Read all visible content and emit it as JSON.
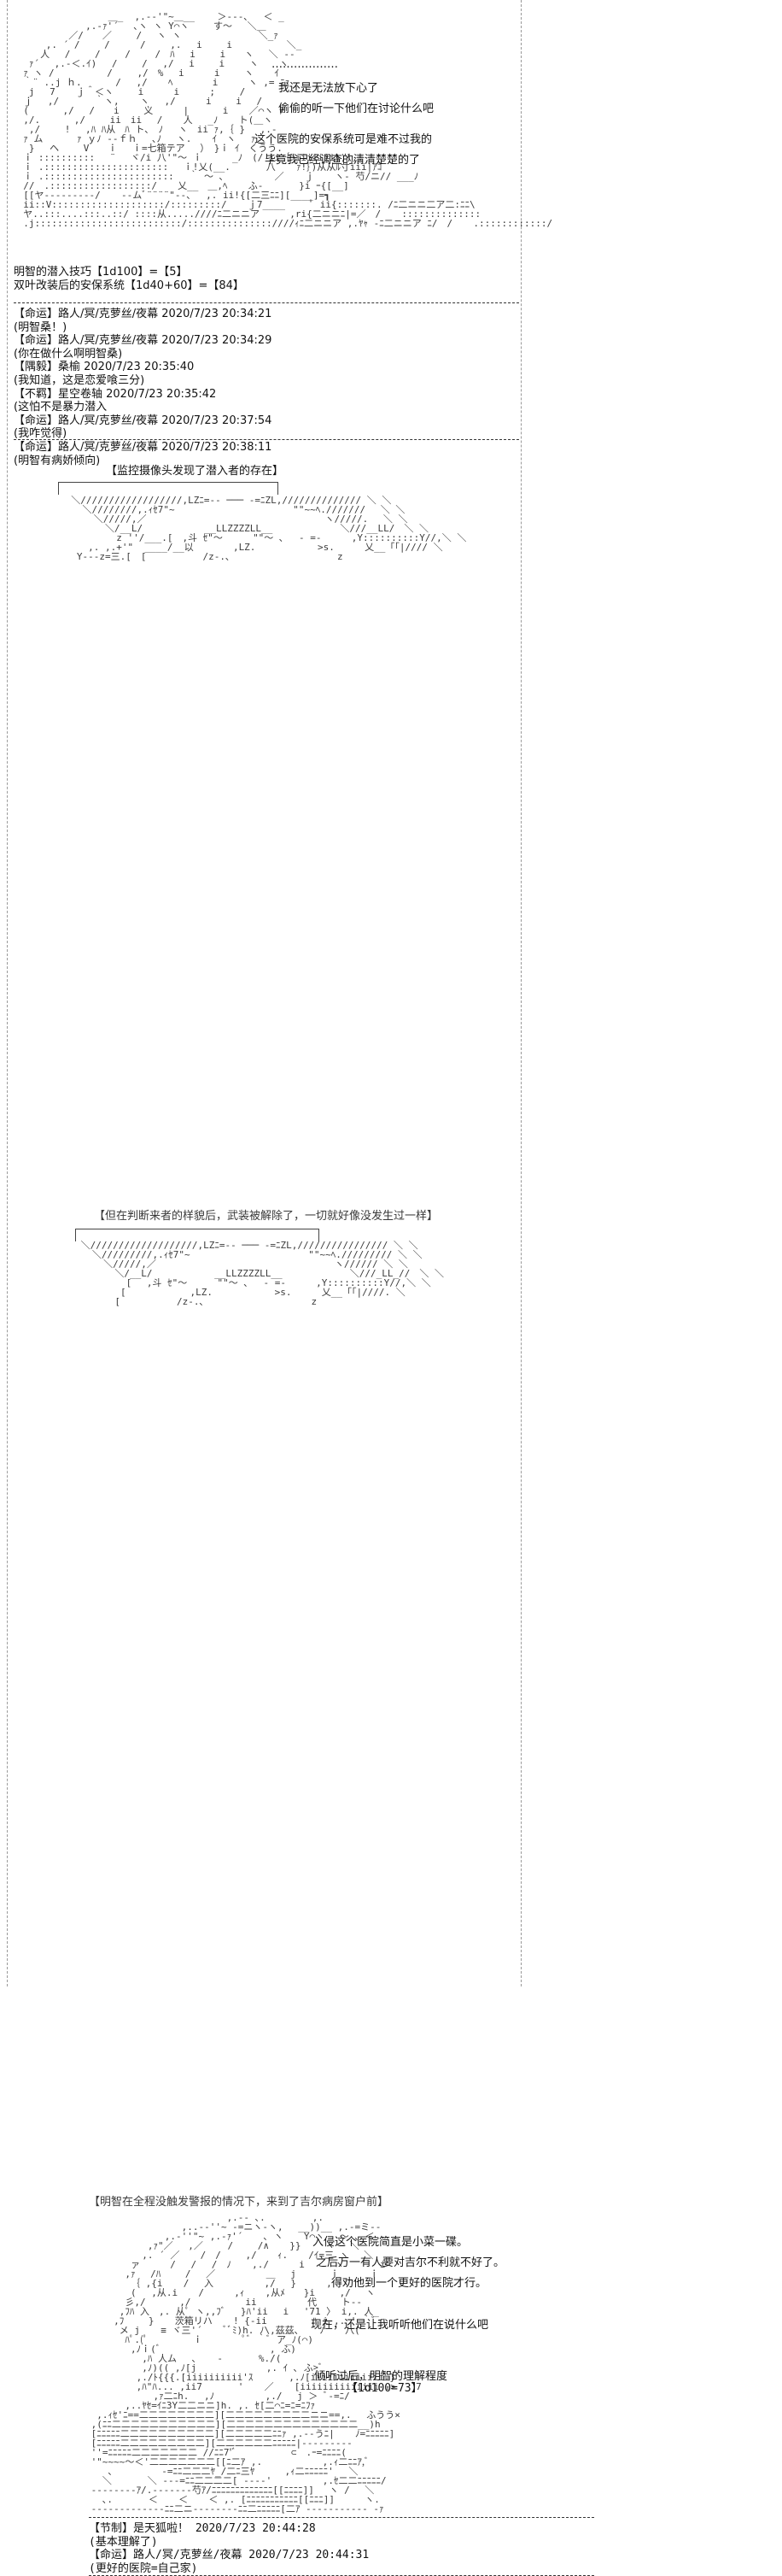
{
  "scene1": {
    "dots": "………………",
    "lines": [
      "我还是无法放下心了",
      "偷偷的听一下他们在讨论什么吧",
      "这个医院的安保系统可是难不过我的",
      "毕竟我已经调查的清清楚楚的了"
    ],
    "rolls": [
      "明智的潜入技巧【1d100】=【5】",
      "双叶改装后的安保系统【1d40+60】=【84】"
    ]
  },
  "log1": [
    "【命运】路人/冥/克萝丝/夜幕 2020/7/23 20:34:21",
    "(明智桑！)",
    "【命运】路人/冥/克萝丝/夜幕 2020/7/23 20:34:29",
    "(你在做什么啊明智桑)",
    "【隅毅】桑榆 2020/7/23 20:35:40",
    "(我知道，这是恋爱喰三分)",
    "【不羁】星空卷轴 2020/7/23 20:35:42",
    "(这怕不是暴力潜入",
    "【命运】路人/冥/克萝丝/夜幕 2020/7/23 20:37:54",
    "(我咋觉得)",
    "【命运】路人/冥/克萝丝/夜幕 2020/7/23 20:38:11",
    "(明智有病娇倾向)"
  ],
  "panel1": {
    "caption": "【监控摄像头发现了潜入者的存在】"
  },
  "panel2": {
    "caption": "【但在判断来者的样貌后，武装被解除了，一切就好像没发生过一样】"
  },
  "scene2": {
    "caption": "【明智在全程没触发警报的情况下，来到了吉尔病房窗户前】",
    "lines_a": [
      "入侵这个医院简直是小菜一碟。",
      "之后万一有人要对吉尔不利就不好了。",
      "得劝他到一个更好的医院才行。"
    ],
    "line_b": "现在，还是让我听听他们在说什么吧",
    "listen": "倾听过后，明智的理解程度",
    "listen_roll": "【1d100=73】"
  },
  "log2": [
    "【节制】是天狐啦！ 2020/7/23 20:44:28",
    "(基本理解了)",
    "【命运】路人/冥/克萝丝/夜幕 2020/7/23 20:44:31",
    "(更好的医院=自己家)"
  ]
}
